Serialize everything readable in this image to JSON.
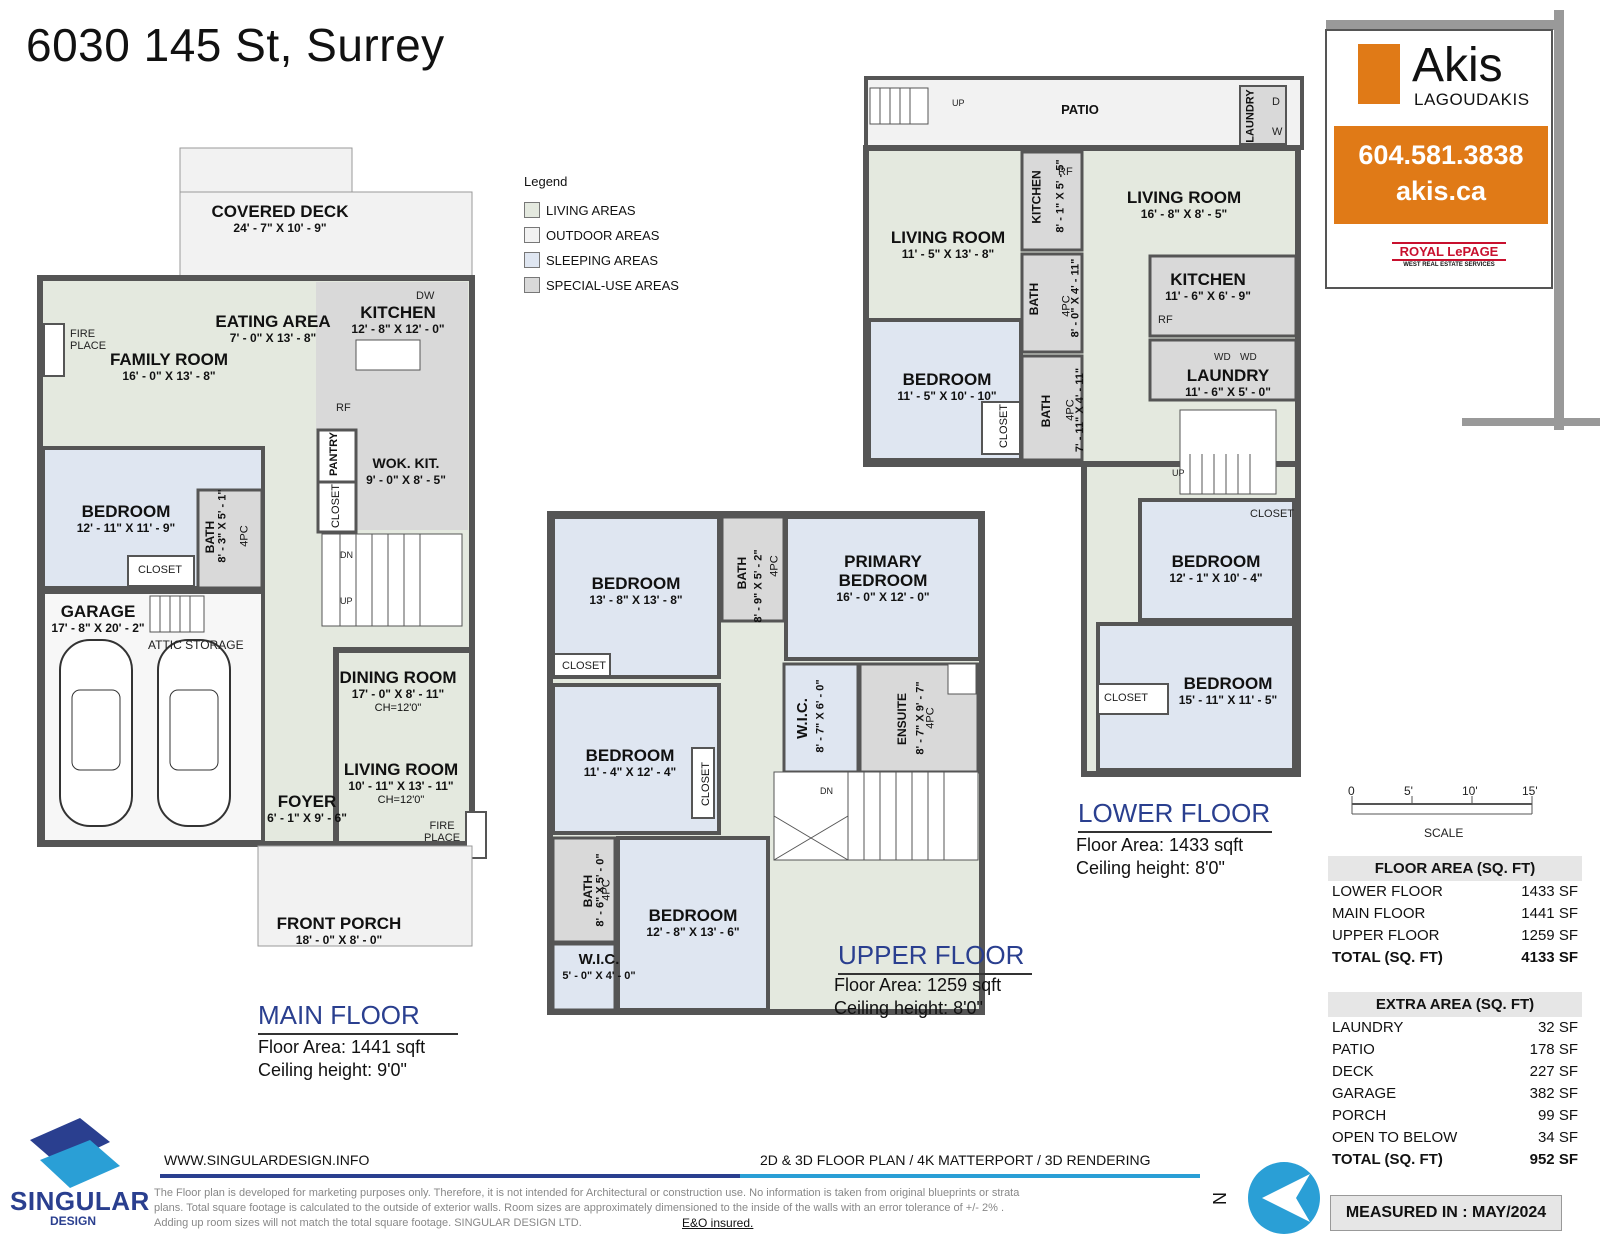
{
  "title": "6030 145 St, Surrey",
  "legend": {
    "title": "Legend",
    "items": [
      {
        "label": "LIVING AREAS",
        "color": "#e4e9df"
      },
      {
        "label": "OUTDOOR AREAS",
        "color": "#f2f2f2"
      },
      {
        "label": "SLEEPING AREAS",
        "color": "#dfe6f1"
      },
      {
        "label": "SPECIAL-USE AREAS",
        "color": "#d9d9d9"
      }
    ]
  },
  "agent": {
    "name": "Akis",
    "surname": "LAGOUDAKIS",
    "phone": "604.581.3838",
    "website": "akis.ca",
    "brokerage": "ROYAL LePAGE",
    "brokerage_sub": "WEST REAL ESTATE SERVICES",
    "accent": "#e07a17"
  },
  "main_floor": {
    "heading": "MAIN FLOOR",
    "area": "Floor Area: 1441 sqft",
    "ceiling": "Ceiling height: 9'0\"",
    "rooms": {
      "covered_deck": {
        "name": "COVERED DECK",
        "dim": "24' - 7\" X 10' - 9\""
      },
      "eating_area": {
        "name": "EATING AREA",
        "dim": "7' - 0\" X 13' - 8\""
      },
      "kitchen": {
        "name": "KITCHEN",
        "dim": "12' - 8\" X 12' - 0\""
      },
      "family_room": {
        "name": "FAMILY ROOM",
        "dim": "16' - 0\" X 13' - 8\""
      },
      "wok_kit": {
        "name": "WOK. KIT.",
        "dim": "9' - 0\" X 8' - 5\""
      },
      "bedroom": {
        "name": "BEDROOM",
        "dim": "12' - 11\" X 11' - 9\""
      },
      "garage": {
        "name": "GARAGE",
        "dim": "17' - 8\" X 20' - 2\""
      },
      "dining_room": {
        "name": "DINING ROOM",
        "dim": "17' - 0\" X 8' - 11\"",
        "ch": "CH=12'0\""
      },
      "living_room": {
        "name": "LIVING ROOM",
        "dim": "10' - 11\" X 13' - 11\"",
        "ch": "CH=12'0\""
      },
      "foyer": {
        "name": "FOYER",
        "dim": "6' - 1\" X 9' - 6\""
      },
      "front_porch": {
        "name": "FRONT PORCH",
        "dim": "18' - 0\" X 8' - 0\""
      }
    },
    "labels": {
      "fireplace1": "FIRE PLACE",
      "fireplace2": "FIRE PLACE",
      "pantry": "PANTRY",
      "closet1": "CLOSET",
      "closet2": "CLOSET",
      "bath": "BATH",
      "bath_dim": "8' - 3\" X 5' - 1\"",
      "bath_pc": "4PC",
      "attic": "ATTIC STORAGE",
      "dw": "DW",
      "rf": "RF",
      "up": "UP",
      "dn": "DN"
    }
  },
  "upper_floor": {
    "heading": "UPPER FLOOR",
    "area": "Floor Area: 1259 sqft",
    "ceiling": "Ceiling height: 8'0\"",
    "rooms": {
      "bedroom1": {
        "name": "BEDROOM",
        "dim": "13' - 8\" X 13' - 8\""
      },
      "primary": {
        "name": "PRIMARY",
        "name2": "BEDROOM",
        "dim": "16' - 0\" X 12' - 0\""
      },
      "bedroom2": {
        "name": "BEDROOM",
        "dim": "11' - 4\" X 12' - 4\""
      },
      "bedroom3": {
        "name": "BEDROOM",
        "dim": "12' - 8\" X 13' - 6\""
      },
      "wic": {
        "name": "W.I.C.",
        "dim": "8' - 7\" X 6' - 0\""
      },
      "wic2": {
        "name": "W.I.C.",
        "dim": "5' - 0\" X 4' - 0\""
      }
    },
    "labels": {
      "closet1": "CLOSET",
      "closet2": "CLOSET",
      "bath1": "BATH",
      "bath1_dim": "8' - 9\" X 5' - 2\"",
      "bath1_pc": "4PC",
      "bath2": "BATH",
      "bath2_dim": "8' - 6\" X 5' - 0\"",
      "bath2_pc": "4PC",
      "ensuite": "ENSUITE",
      "ensuite_dim": "8' - 7\" X 9' - 7\"",
      "ensuite_pc": "4PC",
      "dn": "DN"
    }
  },
  "lower_floor": {
    "heading": "LOWER FLOOR",
    "area": "Floor Area: 1433 sqft",
    "ceiling": "Ceiling height: 8'0\"",
    "rooms": {
      "patio": {
        "name": "PATIO"
      },
      "living_room1": {
        "name": "LIVING ROOM",
        "dim": "11' - 5\" X 13' - 8\""
      },
      "living_room2": {
        "name": "LIVING ROOM",
        "dim": "16' - 8\" X 8' - 5\""
      },
      "kitchen": {
        "name": "KITCHEN",
        "dim": "11' - 6\" X 6' - 9\""
      },
      "laundry": {
        "name": "LAUNDRY",
        "dim": "11' - 6\" X 5' - 0\""
      },
      "bedroom1": {
        "name": "BEDROOM",
        "dim": "11' - 5\" X 10' - 10\""
      },
      "bedroom2": {
        "name": "BEDROOM",
        "dim": "12' - 1\" X 10' - 4\""
      },
      "bedroom3": {
        "name": "BEDROOM",
        "dim": "15' - 11\" X 11' - 5\""
      }
    },
    "labels": {
      "kitchen_small": "KITCHEN",
      "kitchen_small_dim": "8' - 1\" X 5' - 5\"",
      "laundry_small": "LAUNDRY",
      "d": "D",
      "w": "W",
      "rf1": "RF",
      "rf2": "RF",
      "bath1": "BATH",
      "bath1_dim": "8' - 0\" X 4' - 11\"",
      "bath1_pc": "4PC",
      "bath2": "BATH",
      "bath2_dim": "7' - 11\" X 4' - 11\"",
      "bath2_pc": "4PC",
      "closet1": "CLOSET",
      "closet2": "CLOSET",
      "closet3": "CLOSET",
      "wd1": "WD",
      "wd2": "WD",
      "up1": "UP",
      "up2": "UP"
    }
  },
  "scale": {
    "ticks": [
      "0",
      "5'",
      "10'",
      "15'"
    ],
    "label": "SCALE"
  },
  "floor_area": {
    "header": "FLOOR AREA (SQ. FT)",
    "rows": [
      {
        "label": "LOWER FLOOR",
        "value": "1433 SF"
      },
      {
        "label": "MAIN FLOOR",
        "value": "1441 SF"
      },
      {
        "label": "UPPER FLOOR",
        "value": "1259 SF"
      }
    ],
    "total": {
      "label": "TOTAL (SQ. FT)",
      "value": "4133 SF"
    }
  },
  "extra_area": {
    "header": "EXTRA AREA (SQ. FT)",
    "rows": [
      {
        "label": "LAUNDRY",
        "value": "32 SF"
      },
      {
        "label": "PATIO",
        "value": "178 SF"
      },
      {
        "label": "DECK",
        "value": "227 SF"
      },
      {
        "label": "GARAGE",
        "value": "382 SF"
      },
      {
        "label": "PORCH",
        "value": "99 SF"
      },
      {
        "label": "OPEN TO BELOW",
        "value": "34 SF"
      }
    ],
    "total": {
      "label": "TOTAL (SQ. FT)",
      "value": "952 SF"
    }
  },
  "measured": "MEASURED IN : MAY/2024",
  "footer": {
    "company": "SINGULAR",
    "company_sub": "DESIGN",
    "website": "WWW.SINGULARDESIGN.INFO",
    "services": "2D & 3D FLOOR PLAN / 4K MATTERPORT / 3D RENDERING",
    "disclaimer1": "The Floor plan is developed for marketing purposes only. Therefore, it is not intended for Architectural or construction use. No information is taken from original blueprints or strata",
    "disclaimer2": "plans. Total square footage is calculated to the outside of exterior walls. Room sizes are approximately dimensioned to the inside of the walls with an error tolerance of +/- 2% .",
    "disclaimer3": "Adding up room sizes will not match the total square footage. SINGULAR DESIGN LTD.",
    "eo": "E&O insured.",
    "north": "N"
  }
}
